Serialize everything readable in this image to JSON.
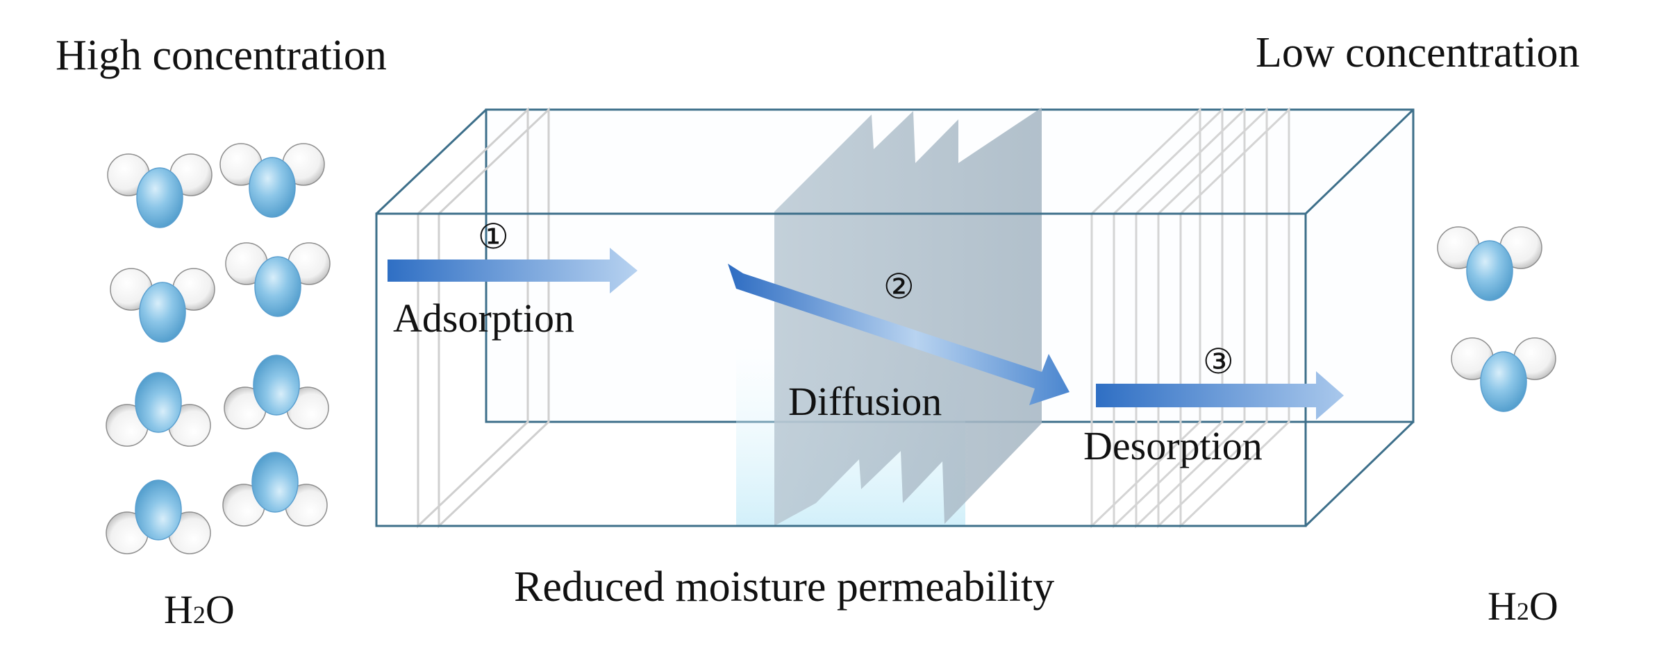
{
  "labels": {
    "high_concentration": "High concentration",
    "low_concentration": "Low concentration",
    "caption": "Reduced moisture permeability",
    "h2o_left_main": "H",
    "h2o_left_sub": "2",
    "h2o_left_end": "O",
    "h2o_right_main": "H",
    "h2o_right_sub": "2",
    "h2o_right_end": "O"
  },
  "steps": [
    {
      "number": "①",
      "label": "Adsorption"
    },
    {
      "number": "②",
      "label": "Diffusion"
    },
    {
      "number": "③",
      "label": "Desorption"
    }
  ],
  "colors": {
    "box_edge": "#3d6f8a",
    "arrow_dark": "#2f6fc4",
    "arrow_light": "#a9c8ec",
    "molecule_oxygen": "#7fbde3",
    "molecule_hydrogen": "#ffffff",
    "barrier_plate": "#aebfcc",
    "sheet_line": "#cfcfcf"
  },
  "icons": {
    "molecule": "water-molecule-icon"
  }
}
